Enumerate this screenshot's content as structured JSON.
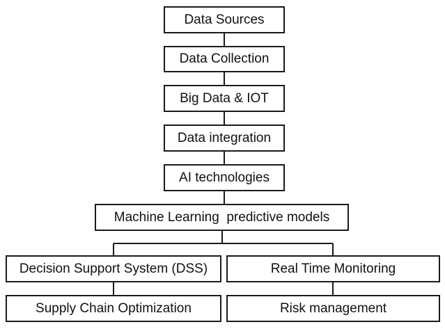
{
  "diagram": {
    "nodes": {
      "data_sources": "Data Sources",
      "data_collection": "Data Collection",
      "big_data_iot": "Big Data & IOT",
      "data_integration": "Data integration",
      "ai_technologies": "AI technologies",
      "ml_models": "Machine Learning  predictive models",
      "dss": "Decision Support System (DSS)",
      "real_time_monitoring": "Real Time Monitoring",
      "supply_chain_optimization": "Supply Chain Optimization",
      "risk_management": "Risk management"
    },
    "edges": [
      [
        "data_sources",
        "data_collection"
      ],
      [
        "data_collection",
        "big_data_iot"
      ],
      [
        "big_data_iot",
        "data_integration"
      ],
      [
        "data_integration",
        "ai_technologies"
      ],
      [
        "ai_technologies",
        "ml_models"
      ],
      [
        "ml_models",
        "dss"
      ],
      [
        "ml_models",
        "real_time_monitoring"
      ],
      [
        "dss",
        "supply_chain_optimization"
      ],
      [
        "real_time_monitoring",
        "risk_management"
      ]
    ]
  }
}
